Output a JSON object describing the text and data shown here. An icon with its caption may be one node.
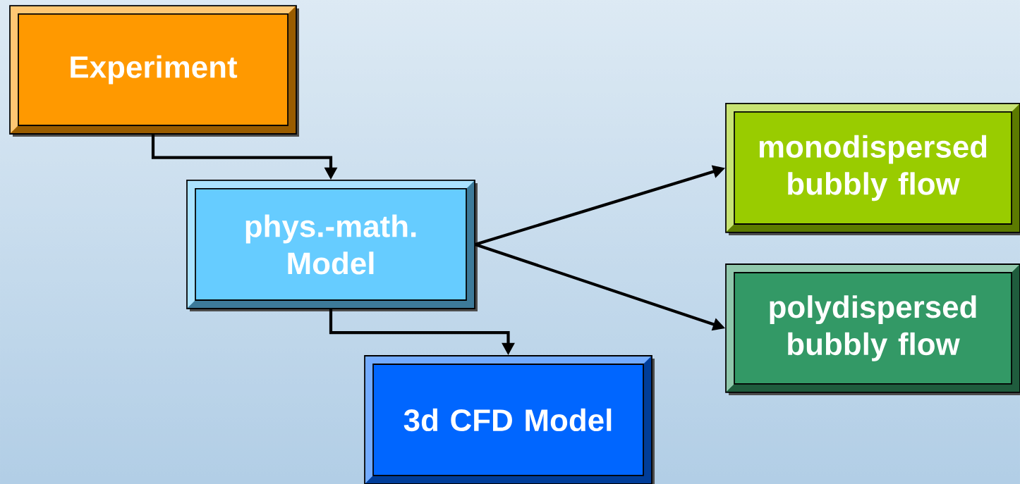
{
  "diagram": {
    "nodes": [
      {
        "text": [
          "Experiment"
        ]
      },
      {
        "text": [
          "phys.-math. Model"
        ]
      },
      {
        "text": [
          "monodispersed bubbly flow"
        ]
      },
      {
        "text": [
          "polydispersed bubbly flow"
        ]
      },
      {
        "text": [
          "3d CFD Model"
        ]
      }
    ],
    "edges": [
      {
        "from": 0,
        "to": 1,
        "arrow": "to"
      },
      {
        "from": 1,
        "to": 4,
        "arrow": "to"
      },
      {
        "from": 1,
        "to": 2,
        "arrow": "to"
      },
      {
        "from": 1,
        "to": 3,
        "arrow": "to"
      }
    ]
  }
}
